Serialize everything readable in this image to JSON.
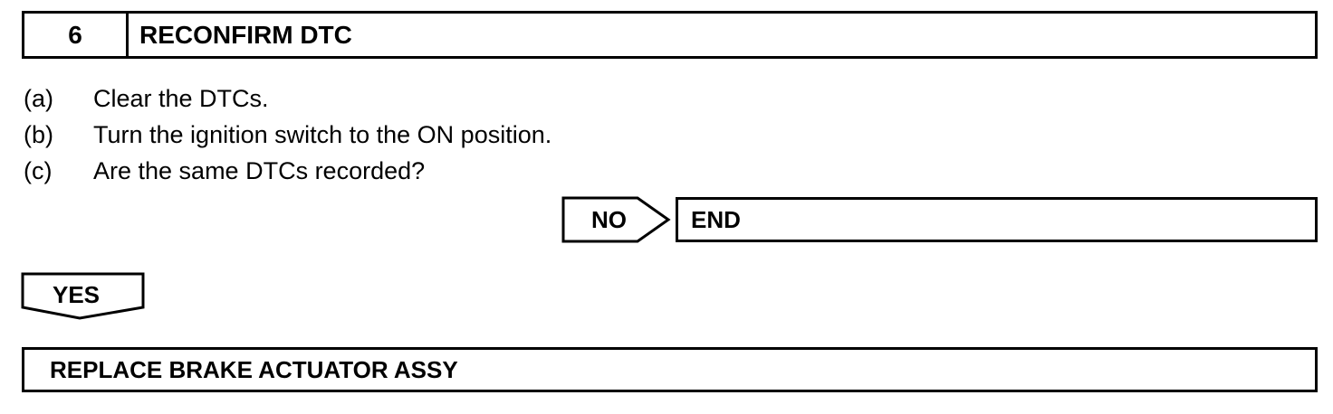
{
  "step": {
    "number": "6",
    "title": "RECONFIRM DTC"
  },
  "instructions": [
    {
      "marker": "(a)",
      "text": "Clear the DTCs."
    },
    {
      "marker": "(b)",
      "text": "Turn the ignition switch to the ON position."
    },
    {
      "marker": "(c)",
      "text": "Are the same DTCs recorded?"
    }
  ],
  "branches": {
    "no_label": "NO",
    "no_result": "END",
    "yes_label": "YES",
    "yes_result": "REPLACE BRAKE ACTUATOR ASSY"
  }
}
